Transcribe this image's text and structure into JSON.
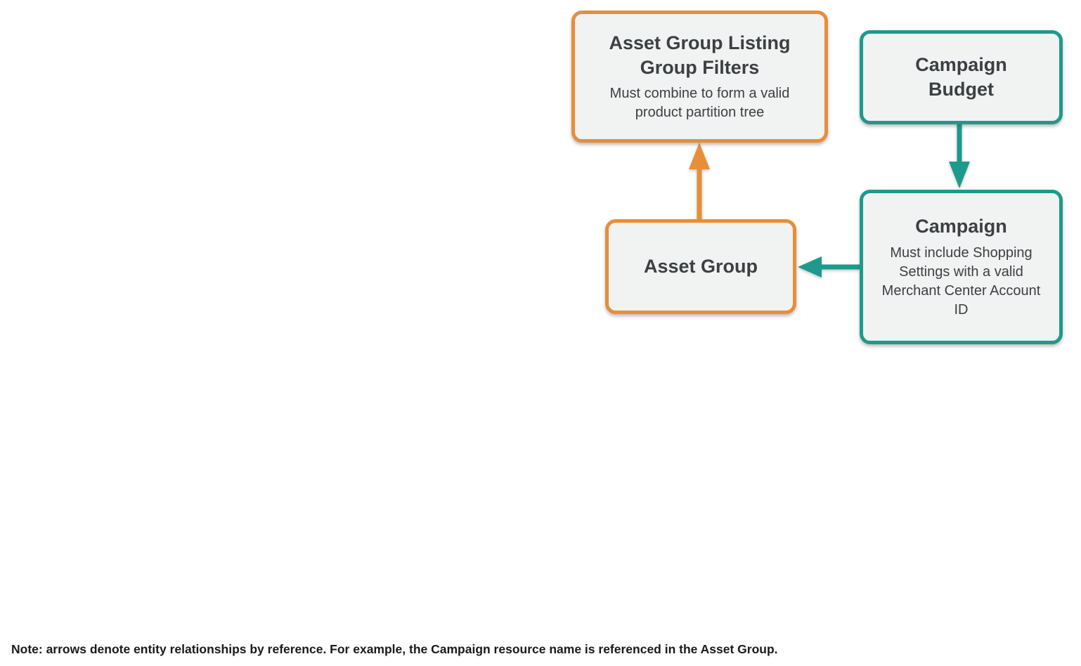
{
  "diagram": {
    "nodes": {
      "filters": {
        "title": "Asset Group Listing Group Filters",
        "subtitle": "Must combine to form a valid product partition tree",
        "accent": "orange"
      },
      "budget": {
        "title": "Campaign Budget",
        "subtitle": "",
        "accent": "teal"
      },
      "campaign": {
        "title": "Campaign",
        "subtitle": "Must include Shopping Settings with a valid Merchant Center Account ID",
        "accent": "teal"
      },
      "asset_group": {
        "title": "Asset Group",
        "subtitle": "",
        "accent": "orange"
      }
    },
    "edges": [
      {
        "from": "asset_group",
        "to": "filters",
        "color": "orange",
        "direction": "up"
      },
      {
        "from": "budget",
        "to": "campaign",
        "color": "teal",
        "direction": "down"
      },
      {
        "from": "campaign",
        "to": "asset_group",
        "color": "teal",
        "direction": "left"
      }
    ],
    "note": "Note: arrows denote entity relationships by reference. For example, the Campaign resource name is referenced in the Asset Group."
  },
  "colors": {
    "orange": "#E78E39",
    "teal": "#1E9A8C",
    "box_fill": "#F1F2F2",
    "title_text": "#3C4043",
    "note_text": "#1A1A1A",
    "background": "#FFFFFF"
  }
}
